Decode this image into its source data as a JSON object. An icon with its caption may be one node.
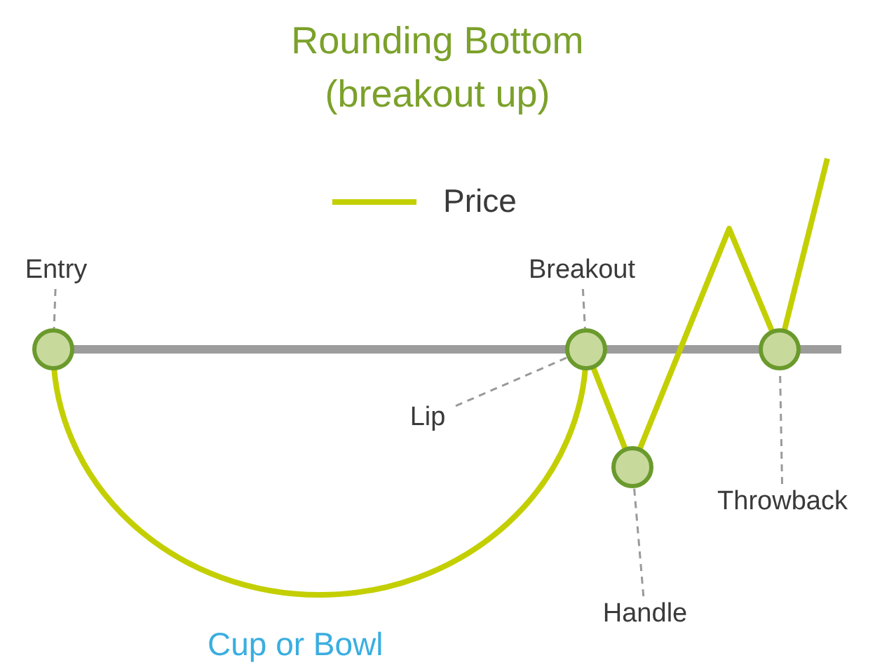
{
  "diagram": {
    "title": "Rounding Bottom (breakout up)",
    "nodes": [
      {
        "text": [
          "Entry"
        ]
      },
      {
        "text": [
          "Breakout"
        ]
      },
      {
        "text": [],
        "shape": "circle"
      },
      {
        "text": [],
        "shape": "circle"
      },
      {
        "text": [],
        "shape": "circle"
      },
      {
        "text": [
          "Lip"
        ]
      },
      {
        "text": [],
        "shape": "circle"
      },
      {
        "text": [
          "Throwback"
        ]
      },
      {
        "text": [
          "Handle"
        ]
      }
    ],
    "edges": [
      {
        "from": 0,
        "to": 2,
        "arrow": "none",
        "style": "dashed"
      },
      {
        "from": 1,
        "to": 3,
        "arrow": "none",
        "style": "dashed"
      },
      {
        "from": 5,
        "to": 3,
        "arrow": "none",
        "style": "dashed"
      },
      {
        "from": 7,
        "to": 4,
        "arrow": "none",
        "style": "dashed"
      },
      {
        "from": 8,
        "to": 6,
        "arrow": "none",
        "style": "dashed"
      }
    ],
    "labels": [
      "Cup or Bowl"
    ],
    "legend": [
      {
        "text": "Price"
      }
    ]
  }
}
